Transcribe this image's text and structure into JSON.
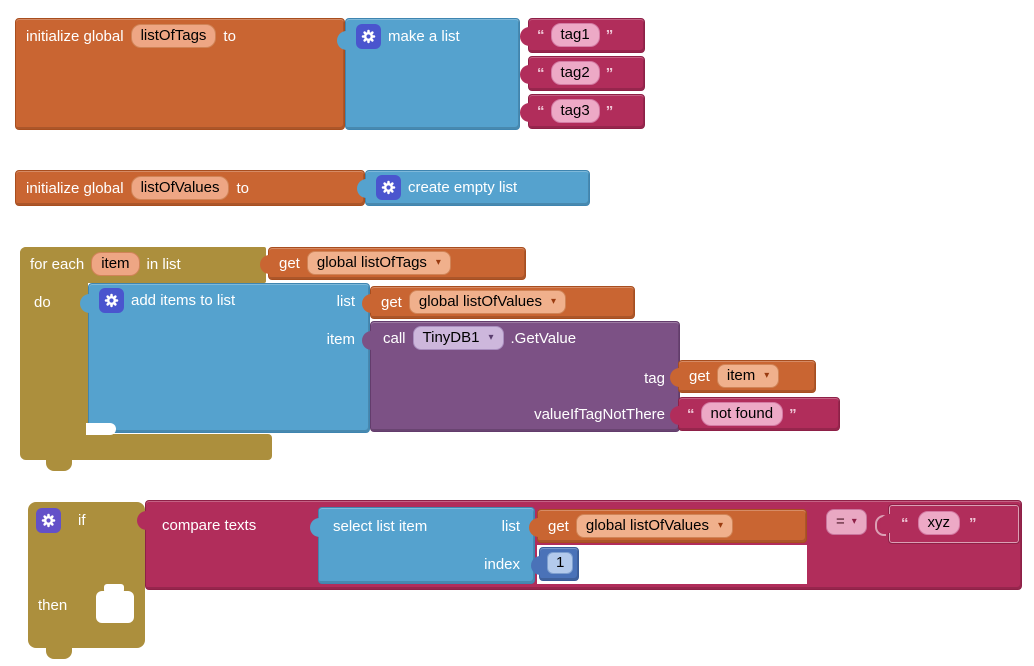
{
  "palette": {
    "variables_orange": "#C96532",
    "lists_blue": "#55A2CE",
    "control_gold": "#AC8F3D",
    "text_magenta": "#B12D5B",
    "component_purple": "#7C5185",
    "math_blue": "#4A72B8",
    "workspace_bg": "#FFFFFF"
  },
  "ui": {
    "arrow": "▾"
  },
  "quotes": {
    "open": "“",
    "close": "”"
  },
  "g1": {
    "init_keyword": "initialize global",
    "var_name": "listOfTags",
    "to": "to",
    "make_list_label": "make a list",
    "items": [
      "tag1",
      "tag2",
      "tag3"
    ]
  },
  "g2": {
    "init_keyword": "initialize global",
    "var_name": "listOfValues",
    "to": "to",
    "create_label": "create empty list"
  },
  "g3": {
    "for_each": "for each",
    "loop_var": "item",
    "in_list": "in list",
    "do": "do",
    "get1_keyword": "get",
    "get1_value": "global listOfTags",
    "add_label": "add items to list",
    "add_list": "list",
    "add_item": "item",
    "get2_keyword": "get",
    "get2_value": "global listOfValues",
    "call_keyword": "call",
    "component": "TinyDB1",
    "method": ".GetValue",
    "param_tag": "tag",
    "param_value_if": "valueIfTagNotThere",
    "get3_keyword": "get",
    "get3_value": "item",
    "not_found_text": "not found"
  },
  "g4": {
    "if": "if",
    "then": "then",
    "compare_label": "compare texts",
    "operator": "=",
    "select_label": "select list item",
    "select_list": "list",
    "select_index": "index",
    "get_keyword": "get",
    "get_value": "global listOfValues",
    "index_value": "1",
    "text_value": "xyz"
  }
}
